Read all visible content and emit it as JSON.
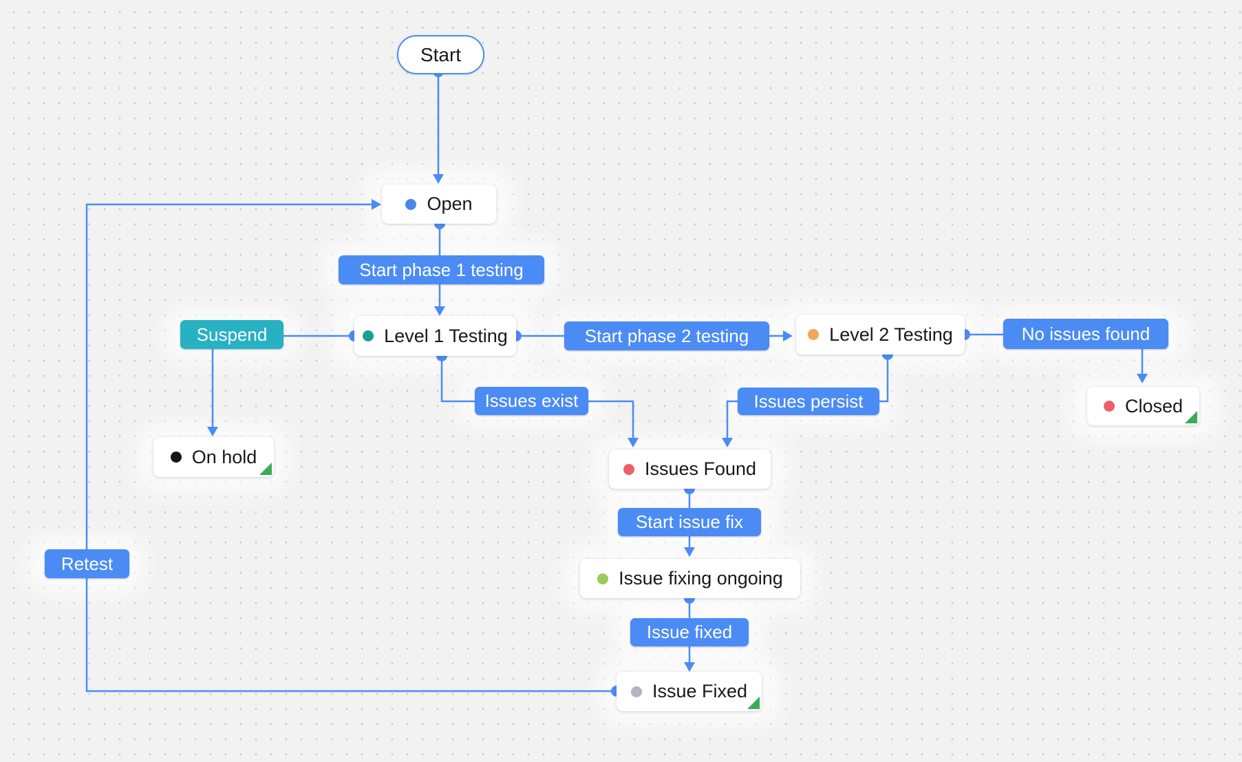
{
  "canvas": {
    "background_color": "#f1f2f1",
    "grid_dot_color": "#c9cbc9",
    "edge_color": "#4b8bf4"
  },
  "diagram": {
    "type": "workflow-flowchart",
    "start_node": {
      "label": "Start"
    },
    "states": [
      {
        "id": "open",
        "label": "Open",
        "dot_color": "#4a86e8",
        "end_marker": false
      },
      {
        "id": "level1",
        "label": "Level 1 Testing",
        "dot_color": "#17a090",
        "end_marker": false
      },
      {
        "id": "level2",
        "label": "Level 2 Testing",
        "dot_color": "#f2a65a",
        "end_marker": false
      },
      {
        "id": "closed",
        "label": "Closed",
        "dot_color": "#ed5f6d",
        "end_marker": true
      },
      {
        "id": "issues_found",
        "label": "Issues Found",
        "dot_color": "#ed5f6d",
        "end_marker": false
      },
      {
        "id": "fixing",
        "label": "Issue fixing ongoing",
        "dot_color": "#98cb5b",
        "end_marker": false
      },
      {
        "id": "issue_fixed",
        "label": "Issue Fixed",
        "dot_color": "#b2b6bf",
        "end_marker": true
      },
      {
        "id": "on_hold",
        "label": "On hold",
        "dot_color": "#161616",
        "end_marker": true
      }
    ],
    "transitions": [
      {
        "id": "start_phase_1",
        "label": "Start phase 1 testing",
        "color": "#4b8bf4",
        "from": "Open",
        "to": "Level 1 Testing"
      },
      {
        "id": "suspend",
        "label": "Suspend",
        "color": "#27b1c3",
        "from": "Level 1 Testing",
        "to": "On hold"
      },
      {
        "id": "start_phase_2",
        "label": "Start phase 2 testing",
        "color": "#4b8bf4",
        "from": "Level 1 Testing",
        "to": "Level 2 Testing"
      },
      {
        "id": "no_issues",
        "label": "No issues found",
        "color": "#4b8bf4",
        "from": "Level 2 Testing",
        "to": "Closed"
      },
      {
        "id": "issues_exist",
        "label": "Issues exist",
        "color": "#4b8bf4",
        "from": "Level 1 Testing",
        "to": "Issues Found"
      },
      {
        "id": "issues_persist",
        "label": "Issues persist",
        "color": "#4b8bf4",
        "from": "Level 2 Testing",
        "to": "Issues Found"
      },
      {
        "id": "start_issue_fix",
        "label": "Start issue fix",
        "color": "#4b8bf4",
        "from": "Issues Found",
        "to": "Issue fixing ongoing"
      },
      {
        "id": "issue_fixed",
        "label": "Issue fixed",
        "color": "#4b8bf4",
        "from": "Issue fixing ongoing",
        "to": "Issue Fixed"
      },
      {
        "id": "retest",
        "label": "Retest",
        "color": "#4b8bf4",
        "from": "Issue Fixed",
        "to": "Open"
      }
    ]
  }
}
